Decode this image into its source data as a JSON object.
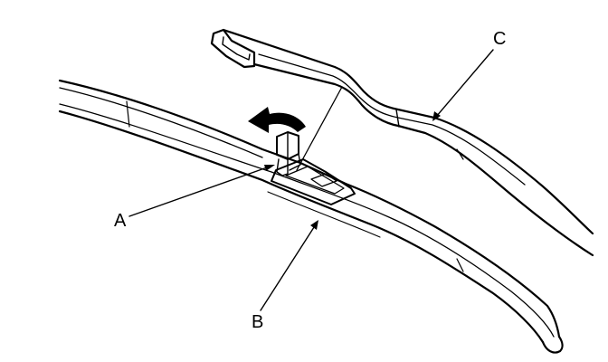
{
  "diagram": {
    "labels": {
      "a": "A",
      "b": "B",
      "c": "C"
    },
    "colors": {
      "line": "#000000",
      "background": "#ffffff",
      "fill": "#ffffff"
    },
    "icons": {
      "release_arrow": "curved-arrow-left-icon"
    }
  }
}
